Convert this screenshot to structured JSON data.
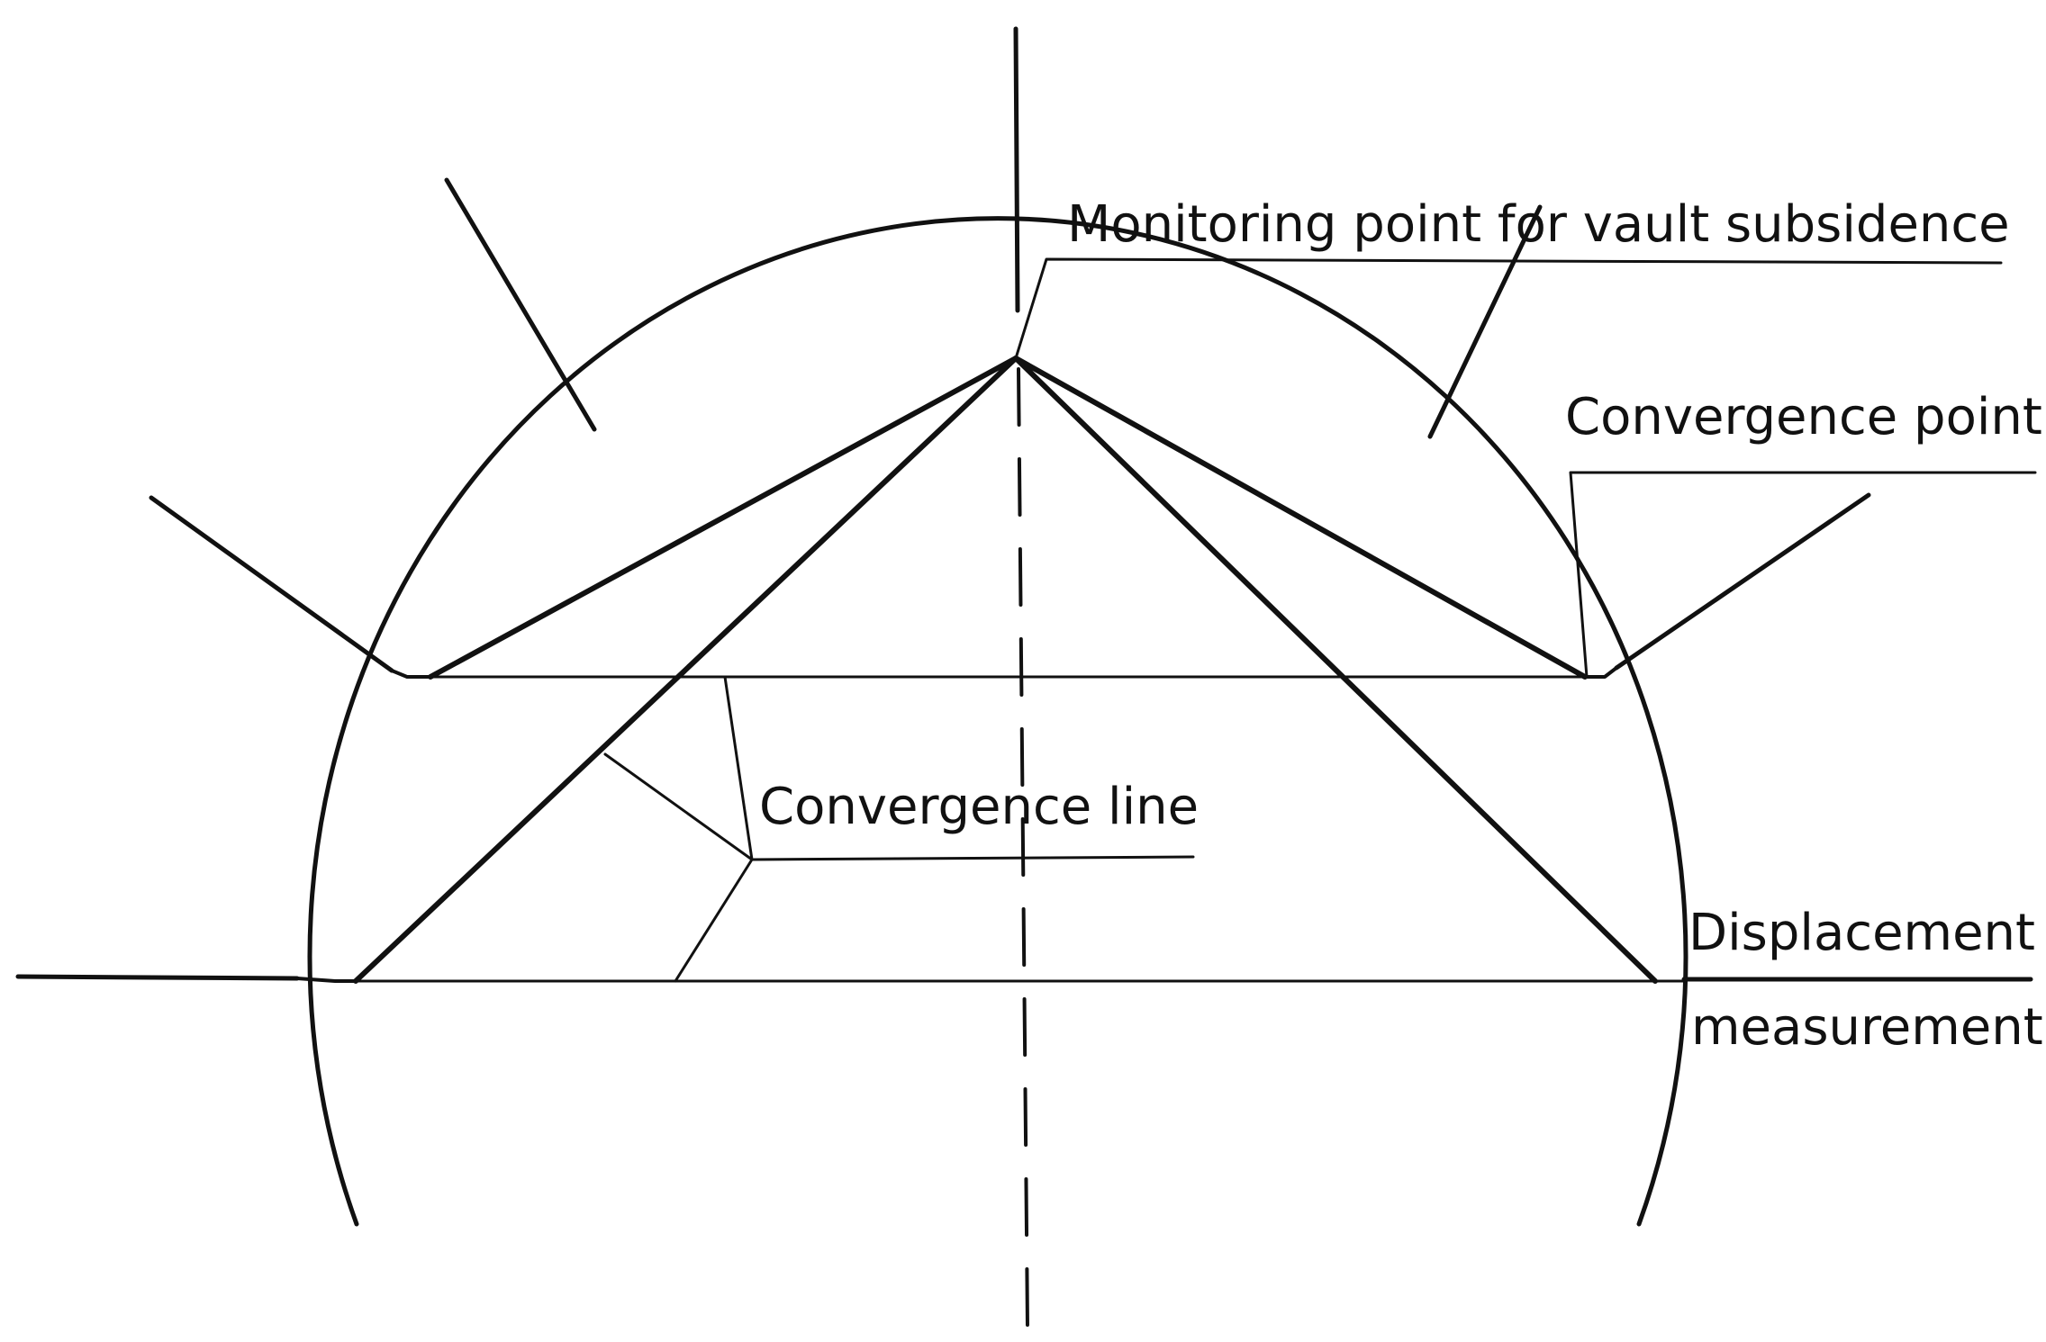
{
  "diagram": {
    "labels": {
      "vault_point": "Monitoring point for vault subsidence",
      "convergence_point": "Convergence point",
      "convergence_line": "Convergence line",
      "displacement_line1": "Displacement",
      "displacement_line2": "measurement"
    },
    "colors": {
      "stroke": "#111111",
      "background": "#ffffff"
    }
  }
}
